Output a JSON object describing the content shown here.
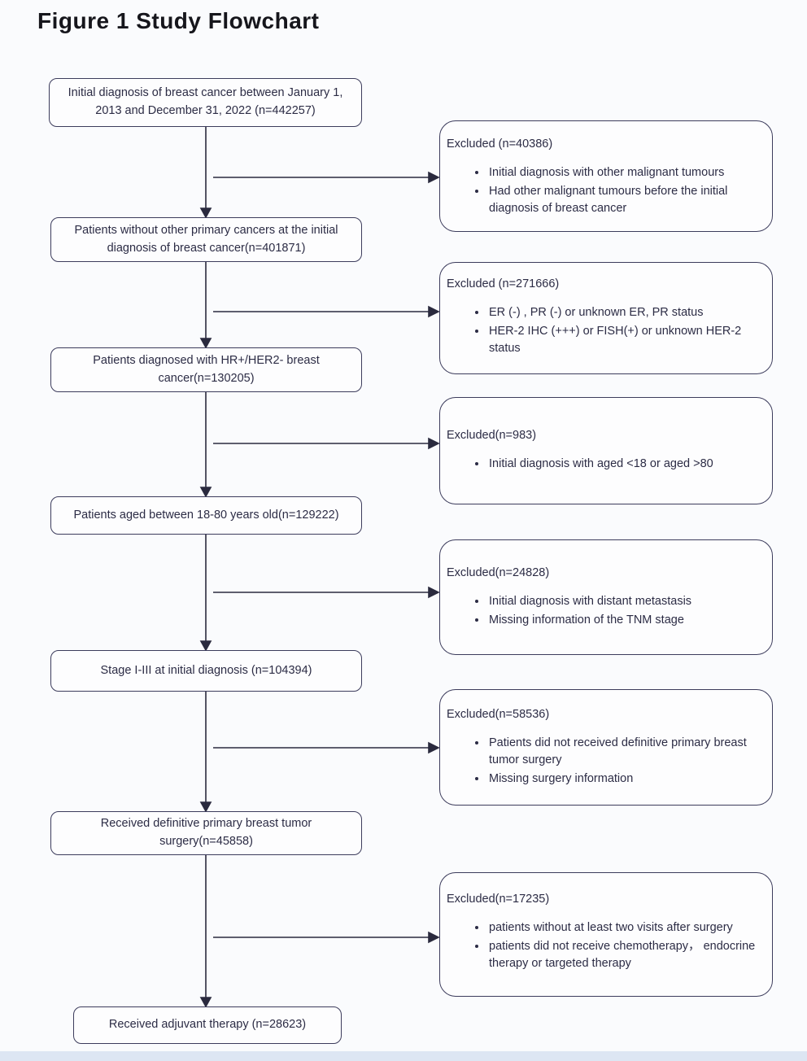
{
  "title": "Figure 1 Study Flowchart",
  "colors": {
    "line": "#2a2a3e",
    "box_border": "#3c3c5c",
    "text": "#2c2c45",
    "background": "#fafbfd",
    "bottom_bar": "#dde6f3"
  },
  "flow": {
    "steps": [
      {
        "text": "Initial diagnosis of breast cancer between January 1, 2013 and December 31, 2022  (n=442257)"
      },
      {
        "text": "Patients without other primary cancers  at the initial diagnosis of breast cancer(n=401871)"
      },
      {
        "text": "Patients diagnosed with HR+/HER2- breast cancer(n=130205)"
      },
      {
        "text": "Patients aged between 18-80 years old(n=129222)"
      },
      {
        "text": "Stage I-III at initial diagnosis (n=104394)"
      },
      {
        "text": "Received definitive primary breast tumor surgery(n=45858)"
      },
      {
        "text": "Received adjuvant therapy  (n=28623)"
      }
    ]
  },
  "exclusions": [
    {
      "title": "Excluded (n=40386)",
      "bullets": [
        "Initial diagnosis with other malignant tumours",
        "Had other malignant tumours before the initial diagnosis of breast cancer"
      ]
    },
    {
      "title": "Excluded (n=271666)",
      "bullets": [
        "ER (-) , PR (-) or unknown ER, PR status",
        "HER-2 IHC (+++) or FISH(+) or unknown HER-2 status"
      ]
    },
    {
      "title": "Excluded(n=983)",
      "bullets": [
        "Initial diagnosis with aged <18 or aged >80"
      ]
    },
    {
      "title": "Excluded(n=24828)",
      "bullets": [
        "Initial diagnosis with distant metastasis",
        "Missing information of the TNM stage"
      ]
    },
    {
      "title": "Excluded(n=58536)",
      "bullets": [
        "Patients did not received definitive primary breast tumor surgery",
        "Missing surgery information"
      ]
    },
    {
      "title": "Excluded(n=17235)",
      "bullets": [
        "patients without at least two visits after surgery",
        "patients did not receive chemotherapy， endocrine therapy or targeted therapy"
      ]
    }
  ]
}
